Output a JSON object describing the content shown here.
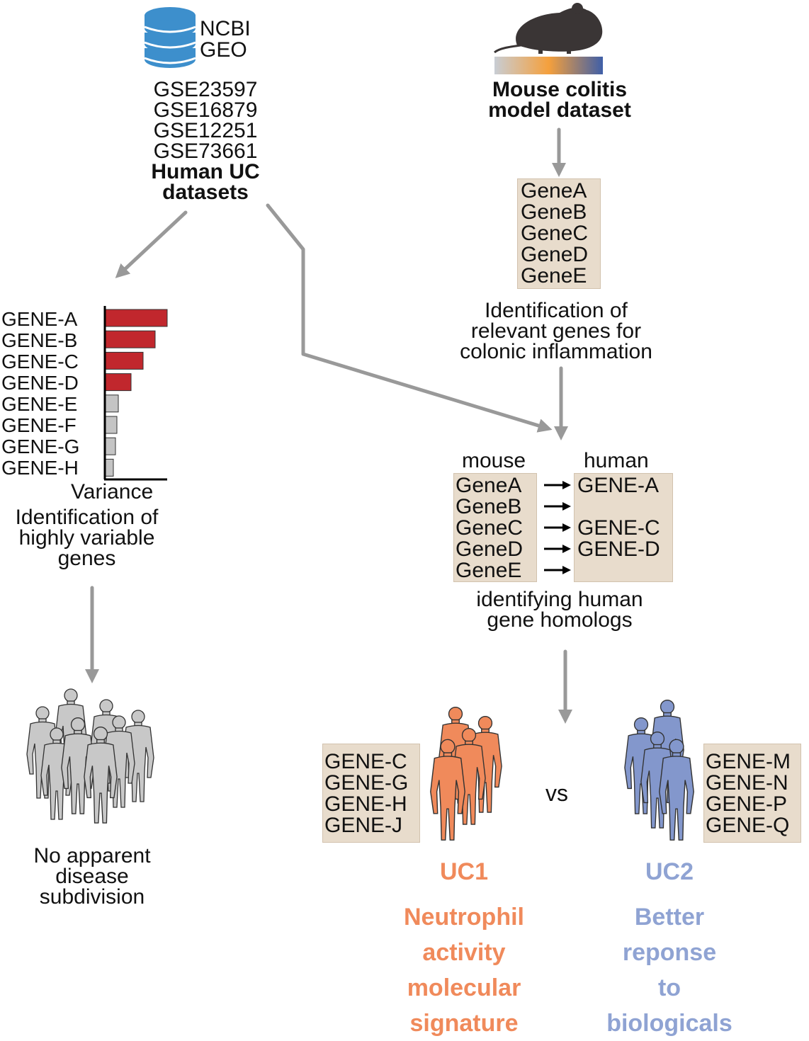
{
  "ncbi": {
    "line1": "NCBI",
    "line2": "GEO",
    "icon": "database-icon",
    "icon_color": "#3d8fcc"
  },
  "human_datasets": {
    "ids": [
      "GSE23597",
      "GSE16879",
      "GSE12251",
      "GSE73661"
    ],
    "title_line1": "Human UC",
    "title_line2": "datasets"
  },
  "mouse": {
    "icon": "mouse-icon",
    "gradient_colors": [
      "#c8cdd4",
      "#f5a03c",
      "#3f5fa8"
    ],
    "title_line1": "Mouse colitis",
    "title_line2": "model dataset",
    "genes": [
      "GeneA",
      "GeneB",
      "GeneC",
      "GeneD",
      "GeneE"
    ],
    "caption": [
      "Identification of",
      "relevant genes for",
      "colonic inflammation"
    ]
  },
  "variance_chart": {
    "genes": [
      "GENE-A",
      "GENE-B",
      "GENE-C",
      "GENE-D",
      "GENE-E",
      "GENE-F",
      "GENE-G",
      "GENE-H"
    ],
    "values": [
      88,
      71,
      54,
      37,
      19,
      17,
      15,
      12
    ],
    "highlight_count": 4,
    "highlight_color": "#c1272d",
    "other_color": "#c4c4c4",
    "axis_label": "Variance",
    "caption": [
      "Identification of",
      "highly variable",
      "genes"
    ]
  },
  "no_subdivision": {
    "caption": [
      "No apparent",
      "disease",
      "subdivision"
    ],
    "people_color": "#c8c8c8"
  },
  "homologs": {
    "mouse_header": "mouse",
    "human_header": "human",
    "rows": [
      {
        "mouse": "GeneA",
        "human": "GENE-A"
      },
      {
        "mouse": "GeneB",
        "human": ""
      },
      {
        "mouse": "GeneC",
        "human": "GENE-C"
      },
      {
        "mouse": "GeneD",
        "human": "GENE-D"
      },
      {
        "mouse": "GeneE",
        "human": ""
      }
    ],
    "caption": [
      "identifying human",
      "gene homologs"
    ]
  },
  "uc1": {
    "genes": [
      "GENE-C",
      "GENE-G",
      "GENE-H",
      "GENE-J"
    ],
    "label": "UC1",
    "description": [
      "Neutrophil",
      "activity",
      "molecular",
      "signature"
    ],
    "color": "#f08a5b"
  },
  "vs": "vs",
  "uc2": {
    "genes": [
      "GENE-M",
      "GENE-N",
      "GENE-P",
      "GENE-Q"
    ],
    "label": "UC2",
    "description": [
      "Better",
      "reponse",
      "to",
      "biologicals"
    ],
    "color": "#8397cc"
  }
}
